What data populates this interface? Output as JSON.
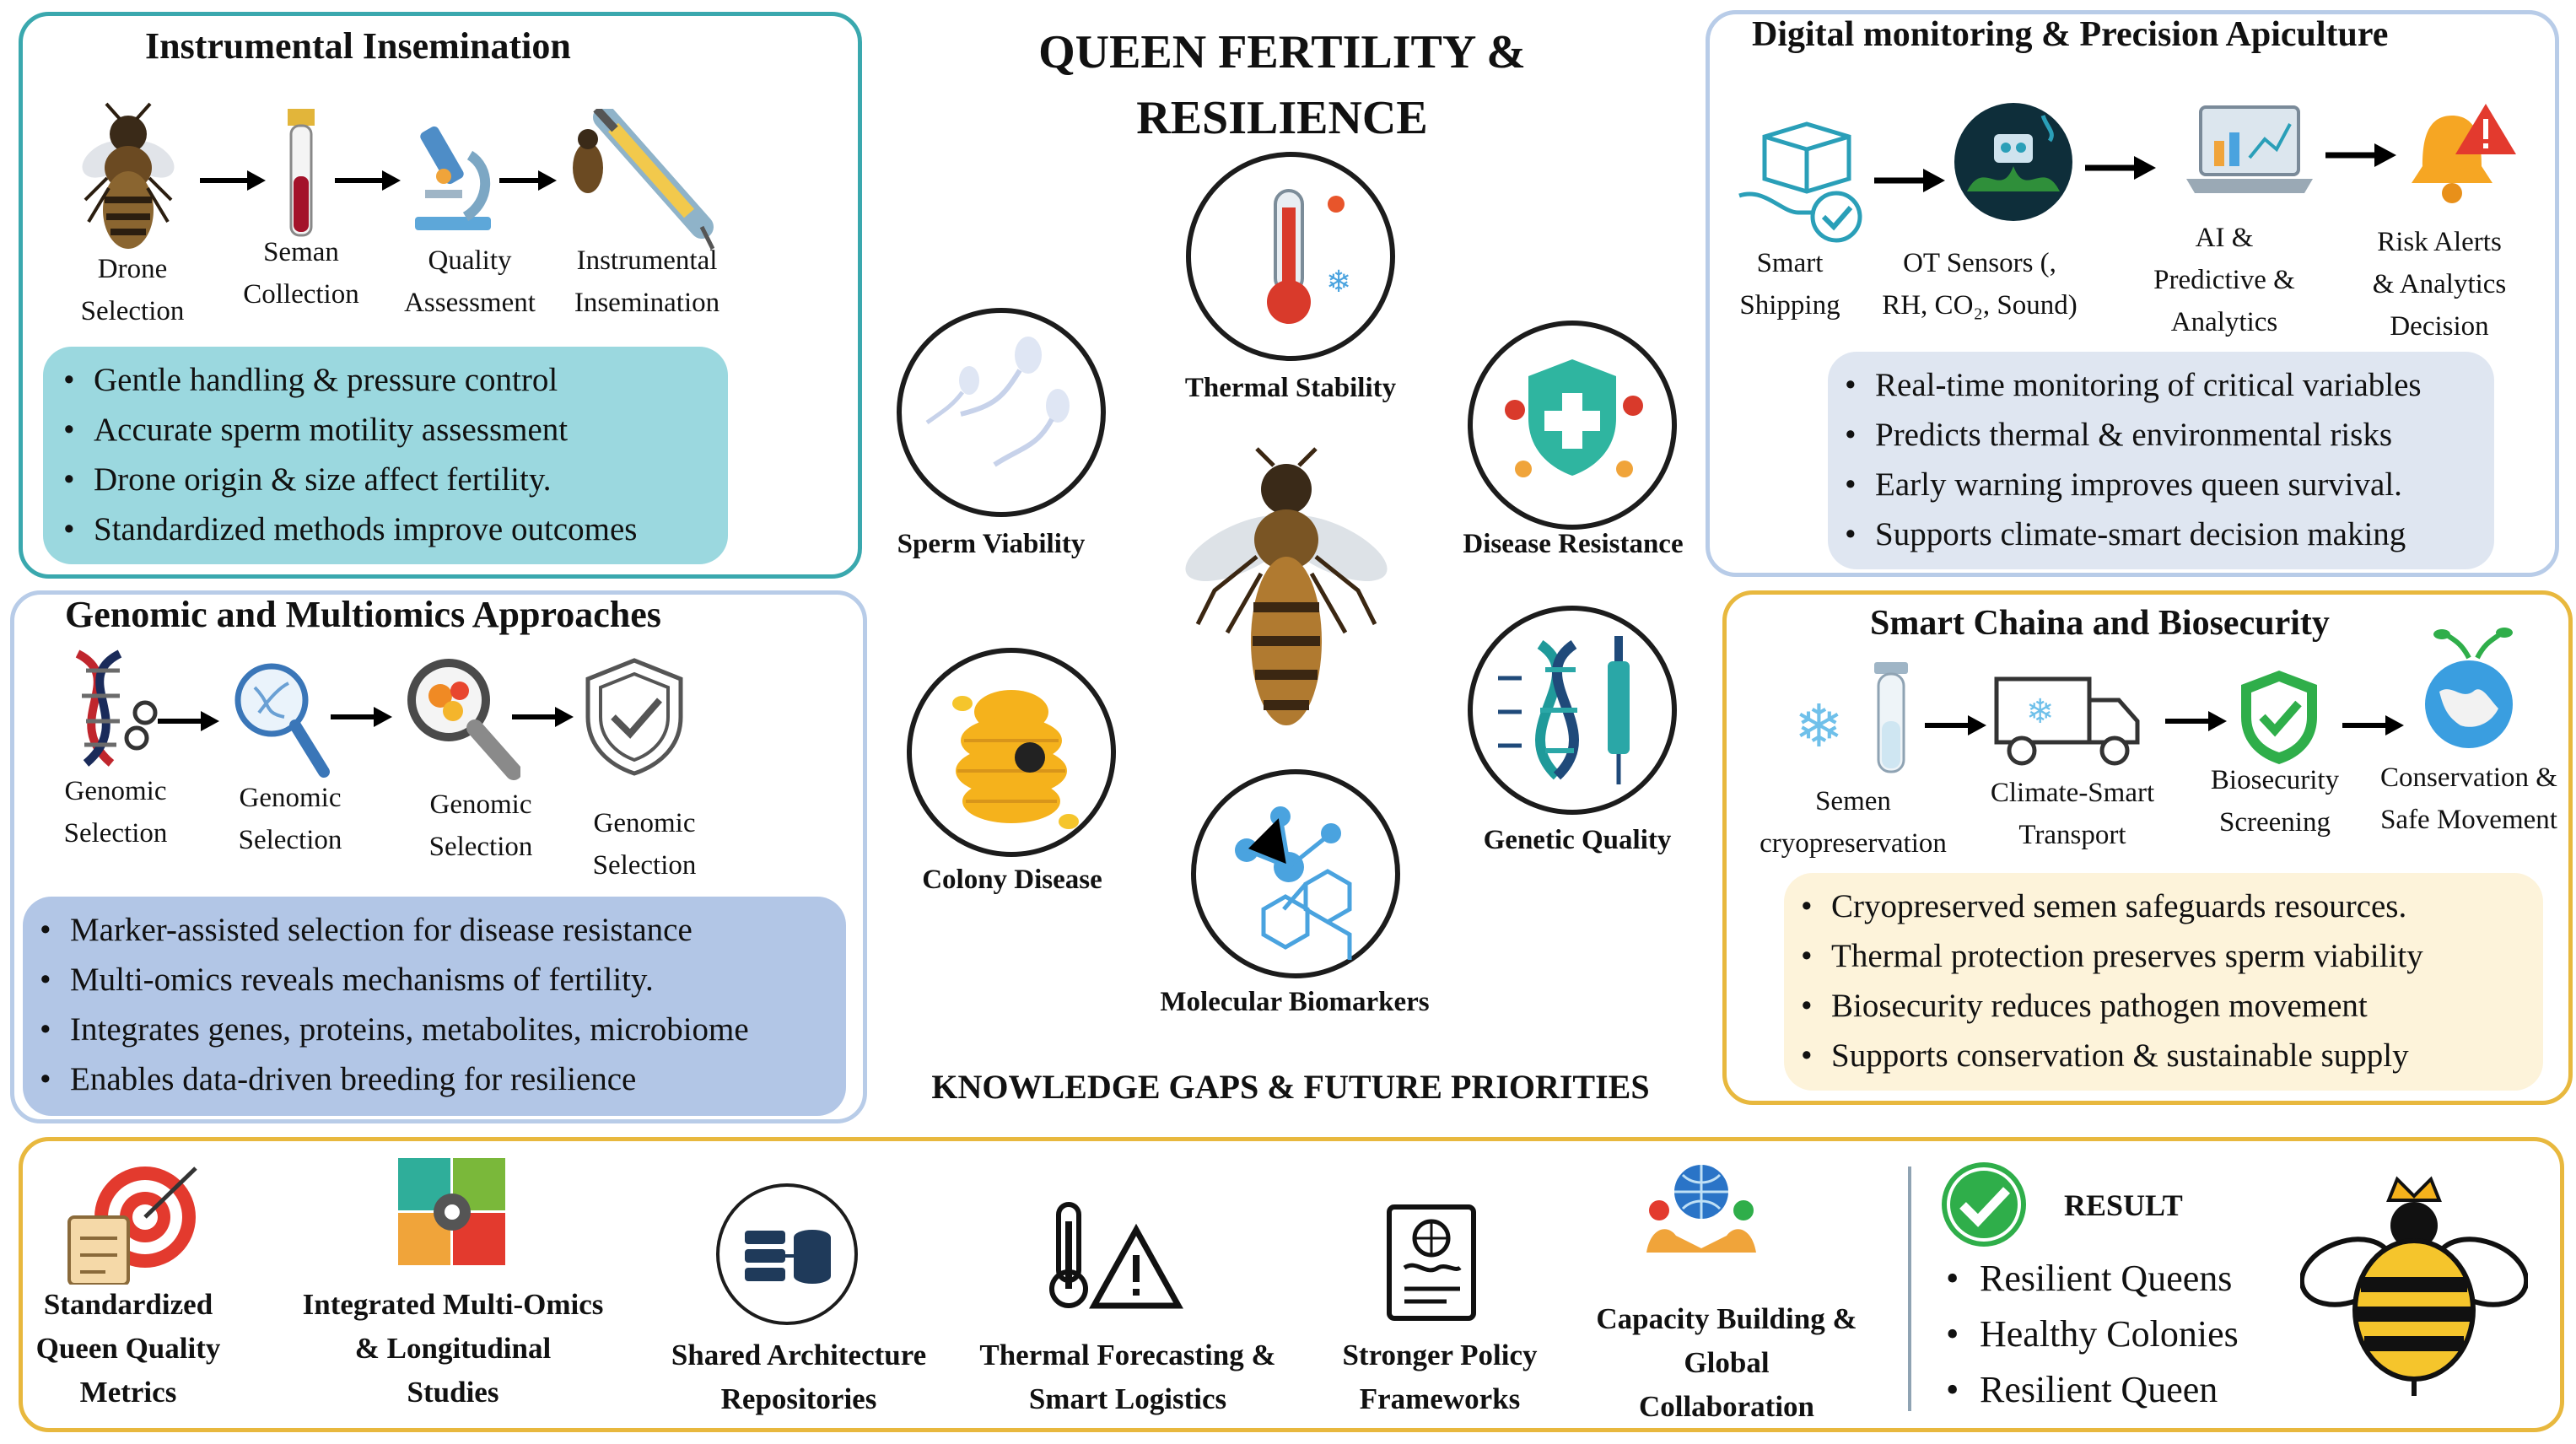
{
  "center": {
    "title_line1": "QUEEN FERTILITY &",
    "title_line2": "RESILIENCE",
    "traits": [
      {
        "label": "Thermal Stability"
      },
      {
        "label": "Sperm Viability"
      },
      {
        "label": "Disease Resistance"
      },
      {
        "label": "Colony Disease"
      },
      {
        "label": "Genetic Quality"
      },
      {
        "label": "Molecular Biomarkers"
      }
    ],
    "gaps_title": "KNOWLEDGE GAPS & FUTURE PRIORITIES"
  },
  "insemination": {
    "title": "Instrumental Insemination",
    "steps": [
      {
        "line1": "Drone",
        "line2": "Selection"
      },
      {
        "line1": "Seman",
        "line2": "Collection"
      },
      {
        "line1": "Quality",
        "line2": "Assessment"
      },
      {
        "line1": "Instrumental",
        "line2": "Insemination"
      }
    ],
    "bullets": [
      "Gentle handling & pressure control",
      " Accurate sperm motility assessment",
      "Drone origin & size affect fertility.",
      "Standardized methods improve outcomes"
    ]
  },
  "genomic": {
    "title": "Genomic and Multiomics Approaches",
    "steps": [
      {
        "line1": "Genomic",
        "line2": "Selection"
      },
      {
        "line1": "Genomic",
        "line2": "Selection"
      },
      {
        "line1": "Genomic",
        "line2": "Selection"
      },
      {
        "line1": "Genomic",
        "line2": "Selection"
      }
    ],
    "bullets": [
      "Marker-assisted selection for disease resistance",
      "Multi-omics reveals mechanisms of fertility.",
      "Integrates genes, proteins, metabolites, microbiome",
      "Enables data-driven breeding for resilience"
    ]
  },
  "digital": {
    "title": "Digital monitoring & Precision Apiculture",
    "steps": [
      {
        "line1": "Smart",
        "line2": "Shipping",
        "line3": ""
      },
      {
        "line1": "OT Sensors (,",
        "line2": "RH, CO₂, Sound)",
        "line3": ""
      },
      {
        "line1": "AI &",
        "line2": "Predictive &",
        "line3": "Analytics"
      },
      {
        "line1": "Risk Alerts",
        "line2": "& Analytics",
        "line3": "Decision"
      }
    ],
    "bullets": [
      "Real-time monitoring of critical variables",
      "Predicts thermal & environmental risks",
      "Early warning improves queen survival.",
      "Supports climate-smart decision making"
    ]
  },
  "biosecurity": {
    "title": "Smart Chaina and Biosecurity",
    "steps": [
      {
        "line1": "Semen",
        "line2": "cryopreservation"
      },
      {
        "line1": "Climate-Smart",
        "line2": "Transport"
      },
      {
        "line1": "Biosecurity",
        "line2": "Screening"
      },
      {
        "line1": "Conservation &",
        "line2": "Safe Movement"
      }
    ],
    "bullets": [
      "Cryopreserved semen safeguards resources.",
      "Thermal protection preserves sperm viability",
      "Biosecurity reduces pathogen movement",
      "Supports conservation & sustainable supply"
    ]
  },
  "priorities": [
    {
      "line1": "Standardized",
      "line2": "Queen Quality",
      "line3": "Metrics"
    },
    {
      "line1": "Integrated Multi-Omics",
      "line2": "& Longitudinal",
      "line3": "Studies"
    },
    {
      "line1": "Shared Architecture",
      "line2": "Repositories",
      "line3": ""
    },
    {
      "line1": "Thermal Forecasting &",
      "line2": "Smart Logistics",
      "line3": ""
    },
    {
      "line1": "Stronger Policy",
      "line2": "Frameworks",
      "line3": ""
    },
    {
      "line1": "Capacity Building &",
      "line2": "Global",
      "line3": "Collaboration"
    }
  ],
  "result": {
    "title": "RESULT",
    "items": [
      "Resilient Queens",
      "Healthy Colonies",
      "Resilient Queen"
    ]
  },
  "colors": {
    "teal_border": "#3aa8ae",
    "teal_fill": "#9bd8df",
    "blue_border": "#9fb9de",
    "blue_fill": "#b2c6e6",
    "digital_fill": "#dfe6f1",
    "gold_border": "#e8b83e",
    "gold_fill": "#fdf3da"
  }
}
